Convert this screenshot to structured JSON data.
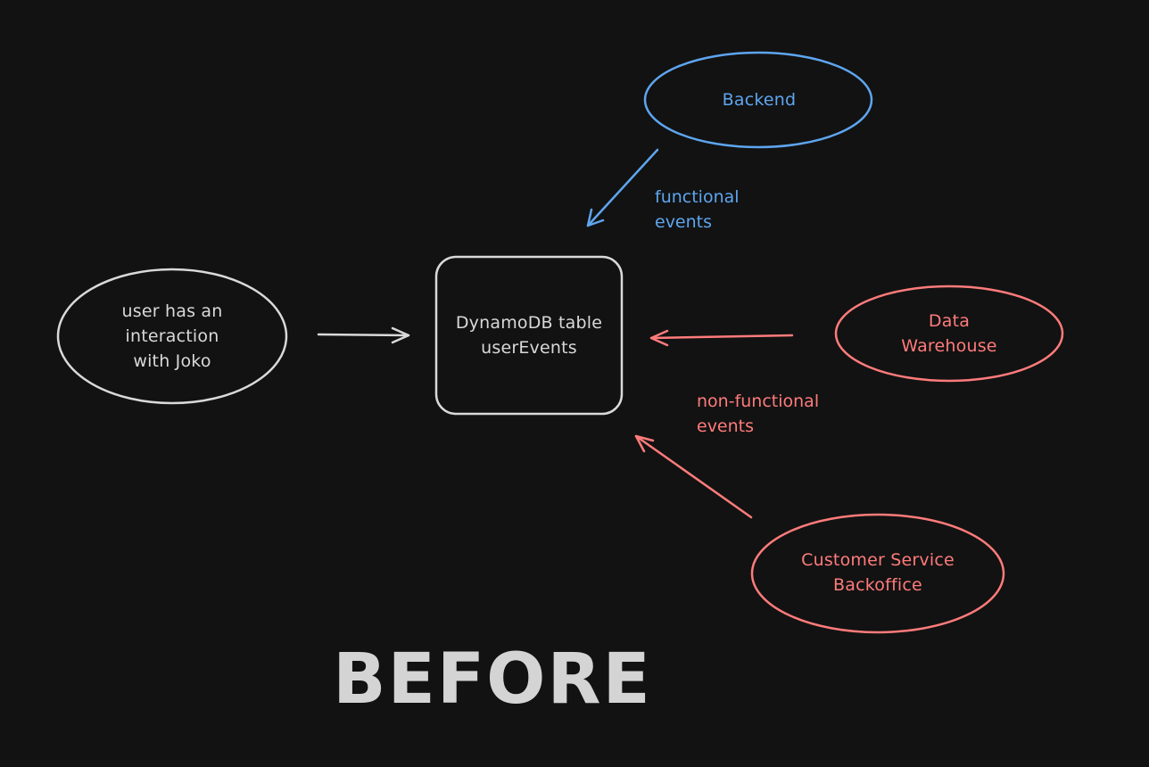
{
  "colors": {
    "background": "#121212",
    "neutral": "#d9d9d9",
    "functional": "#5ea5ef",
    "non_functional": "#ff7b7b"
  },
  "nodes": {
    "user": {
      "label": "user has an\ninteraction\nwith Joko",
      "shape": "ellipse"
    },
    "dynamodb": {
      "label": "DynamoDB table\nuserEvents",
      "shape": "rounded-rectangle"
    },
    "backend": {
      "label": "Backend",
      "shape": "ellipse"
    },
    "data_warehouse": {
      "label": "Data\nWarehouse",
      "shape": "ellipse"
    },
    "customer_service": {
      "label": "Customer Service\nBackoffice",
      "shape": "ellipse"
    }
  },
  "edges": [
    {
      "from": "user",
      "to": "dynamodb",
      "label": ""
    },
    {
      "from": "backend",
      "to": "dynamodb",
      "label": "functional\nevents"
    },
    {
      "from": "data_warehouse",
      "to": "dynamodb",
      "label": ""
    },
    {
      "from": "customer_service",
      "to": "dynamodb",
      "label": "non-functional\nevents"
    }
  ],
  "annotations": {
    "functional_events": "functional\nevents",
    "non_functional_events": "non-functional\nevents"
  },
  "title": "BEFORE"
}
